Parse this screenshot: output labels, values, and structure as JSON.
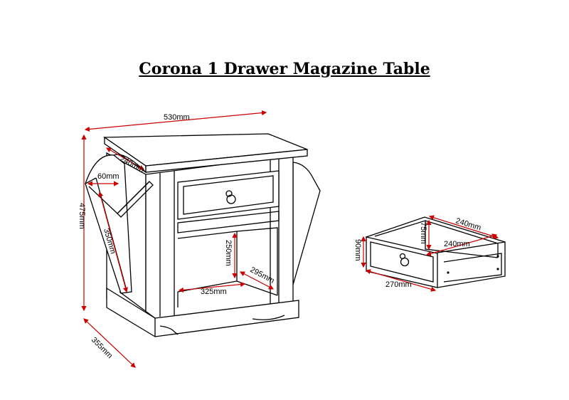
{
  "title": "Corona 1 Drawer Magazine Table",
  "dimensions": {
    "width": "530mm",
    "depth_top": "240mm",
    "height": "475mm",
    "rack_gap": "60mm",
    "rack_height": "350mm",
    "shelf_height": "250mm",
    "shelf_width": "325mm",
    "shelf_depth": "295mm",
    "base_depth": "355mm",
    "drawer_outer_width": "240mm",
    "drawer_inner_depth": "240mm",
    "drawer_inner_height": "75mm",
    "drawer_front_height": "90mm",
    "drawer_front_width": "270mm"
  },
  "colors": {
    "dimension_line": "#cc0000",
    "outline": "#000000"
  }
}
